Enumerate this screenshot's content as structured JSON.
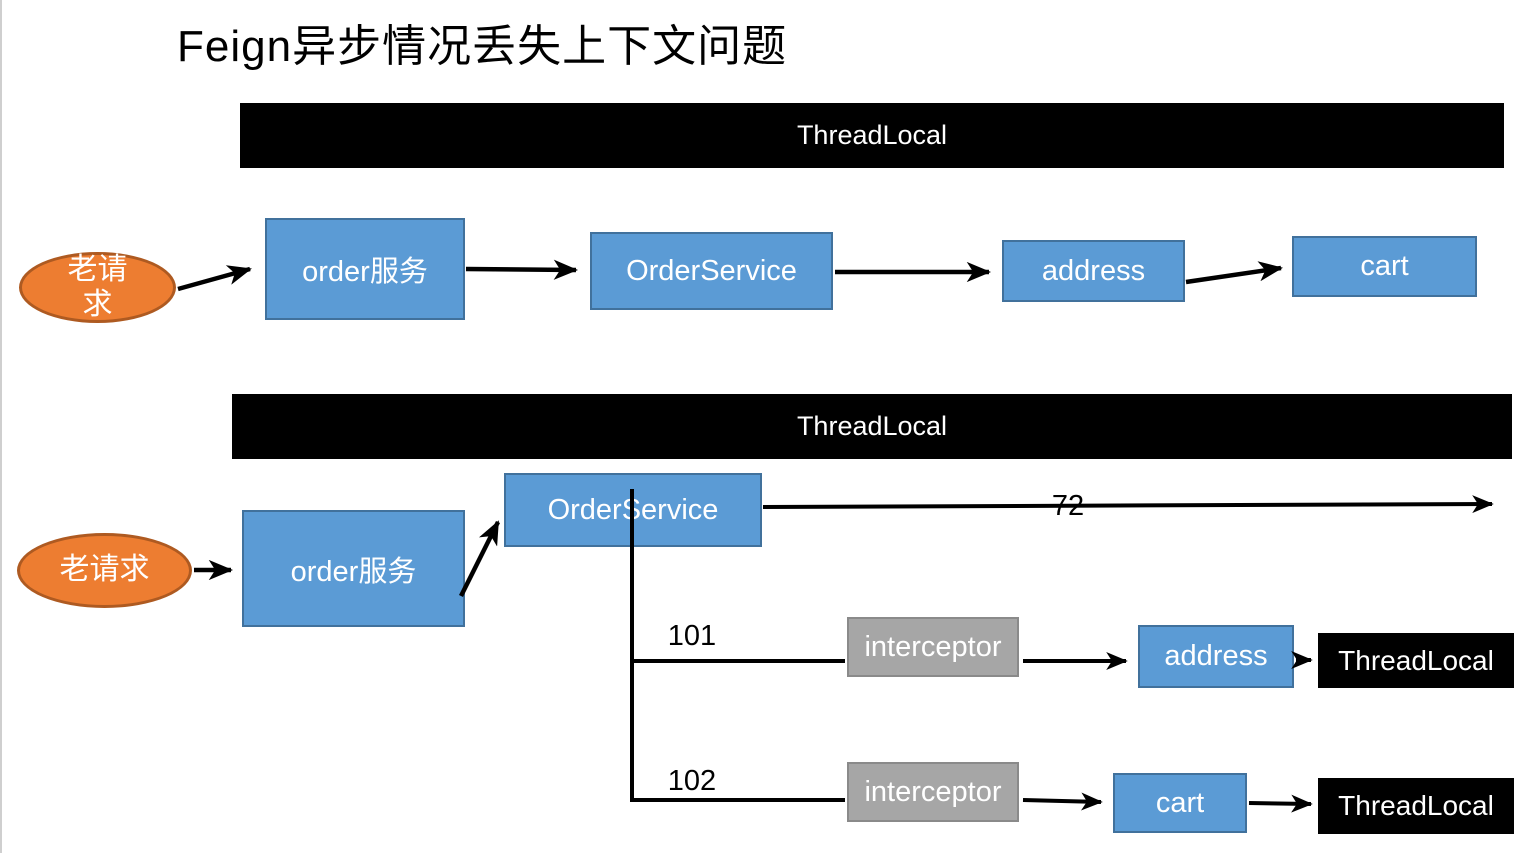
{
  "title": "Feign异步情况丢失上下文问题",
  "colors": {
    "node_blue": "#5B9BD5",
    "node_blue_border": "#41719C",
    "request_orange": "#ED7D31",
    "request_orange_border": "#AE5A21",
    "interceptor_gray": "#A6A6A6",
    "interceptor_gray_border": "#8A8A8A",
    "threadlocal_black": "#000000",
    "arrow_black": "#000000"
  },
  "diagram_top": {
    "banner": "ThreadLocal",
    "request": "老请求",
    "order_box": "order服务",
    "order_service": "OrderService",
    "address": "address",
    "cart": "cart"
  },
  "diagram_bottom": {
    "banner": "ThreadLocal",
    "request": "老请求",
    "order_box": "order服务",
    "order_service": "OrderService",
    "main_thread_label": "72",
    "branch_101": {
      "thread_label": "101",
      "interceptor": "interceptor",
      "service": "address",
      "store": "ThreadLocal"
    },
    "branch_102": {
      "thread_label": "102",
      "interceptor": "interceptor",
      "service": "cart",
      "store": "ThreadLocal"
    }
  }
}
